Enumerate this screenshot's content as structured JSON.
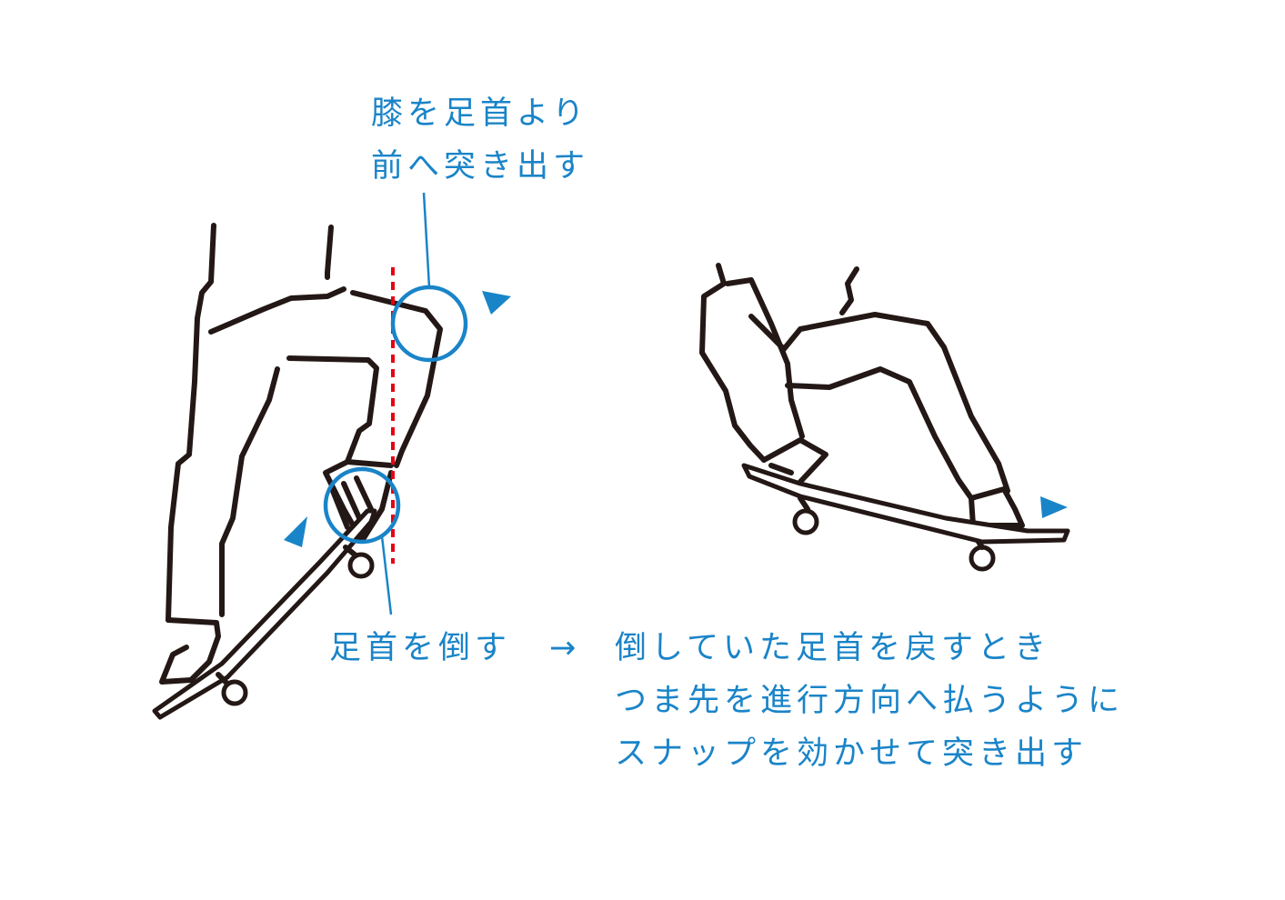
{
  "annotations": {
    "knee": {
      "lines": [
        "膝を足首より",
        "前へ突き出す"
      ]
    },
    "ankle": {
      "text": "足首を倒す"
    },
    "arrow": {
      "text": "→"
    },
    "snap": {
      "lines": [
        "倒していた足首を戻すとき",
        "つま先を進行方向へ払うように",
        "スナップを効かせて突き出す"
      ]
    }
  },
  "colors": {
    "annotation": "#1a84c8",
    "ink": "#231815",
    "reference_line": "#e60012"
  }
}
